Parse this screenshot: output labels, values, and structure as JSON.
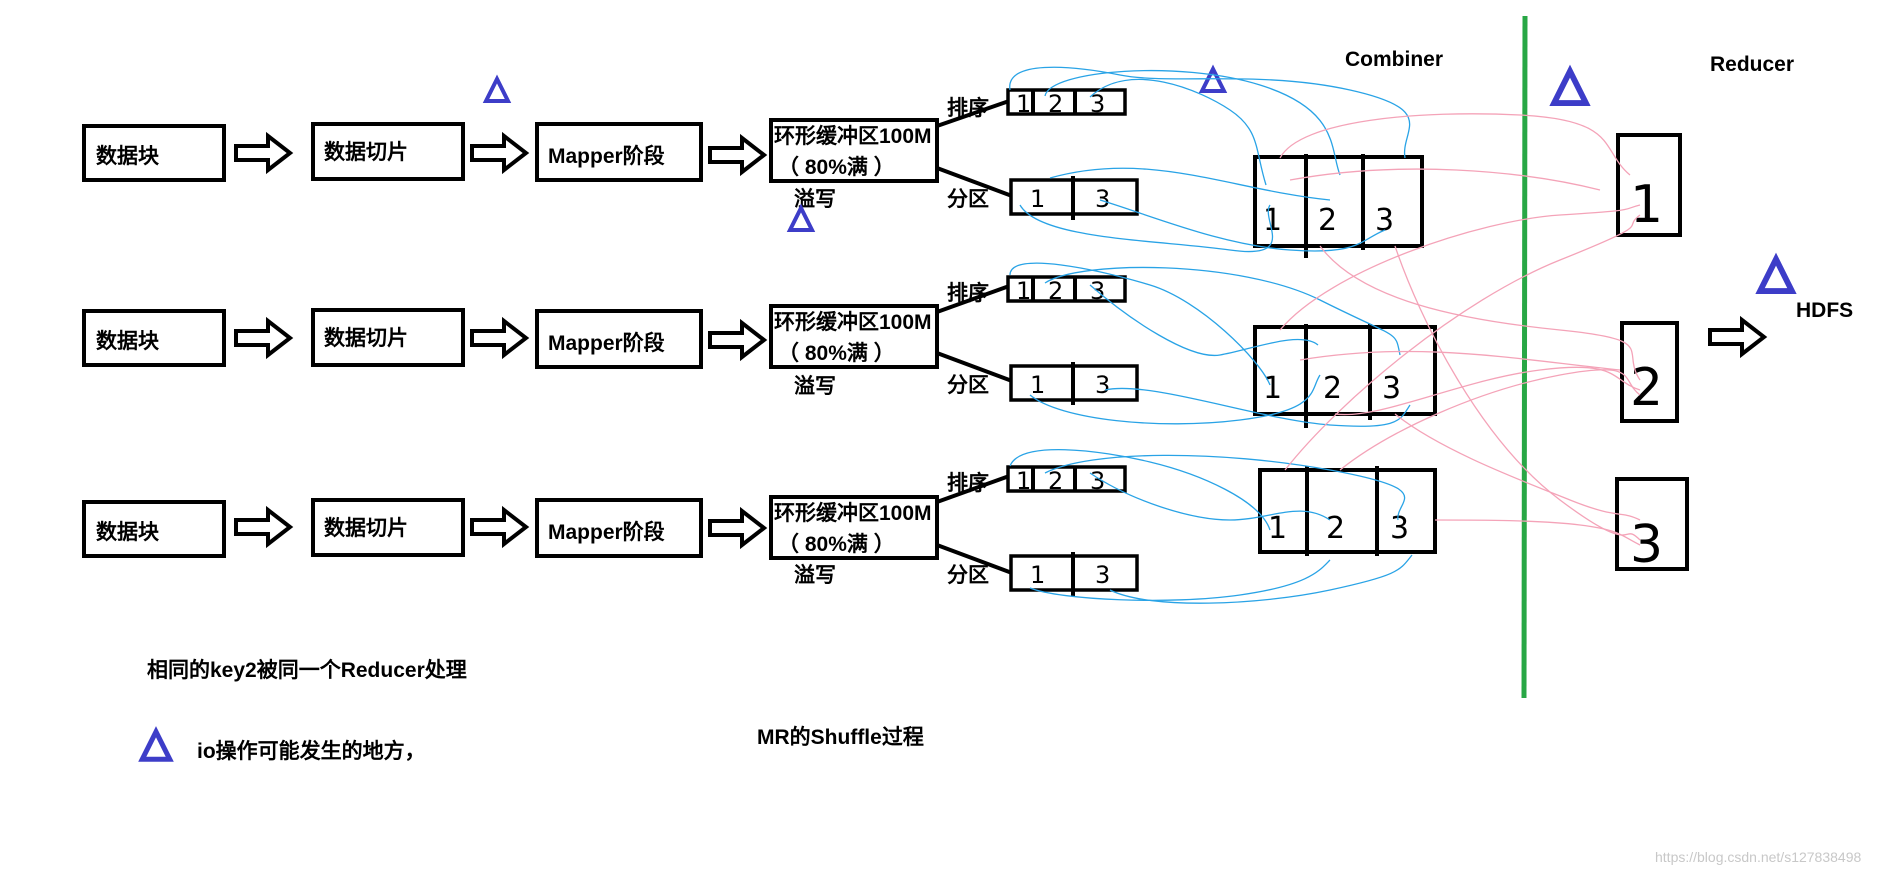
{
  "labels": {
    "data_block": "数据块",
    "data_split": "数据切片",
    "mapper": "Mapper阶段",
    "ring_buffer_line1": "环形缓冲区100M",
    "ring_buffer_line2": "（ 80%满 ）",
    "spill": "溢写",
    "sort": "排序",
    "partition": "分区",
    "combiner": "Combiner",
    "reducer": "Reducer",
    "hdfs": "HDFS",
    "note_key2": "相同的key2被同一个Reducer处理",
    "legend_io": "io操作可能发生的地方，",
    "caption": "MR的Shuffle过程",
    "watermark": "https://blog.csdn.net/s127838498"
  },
  "digits": {
    "sort_cells": [
      "1",
      "2",
      "3"
    ],
    "partition_cells": [
      "1",
      "3"
    ],
    "combiner_cells": [
      "1",
      "2",
      "3"
    ],
    "reducer_cells": [
      "1",
      "2",
      "3"
    ]
  },
  "colors": {
    "io_marker": "#3d3dc8",
    "divider": "#28a745",
    "flow_to_combiner": "#29a3e6",
    "flow_to_reducer": "#f4a3b8"
  },
  "icons": {
    "io_marker": "triangle-outline-icon",
    "flow_arrow": "hollow-arrow-icon"
  }
}
